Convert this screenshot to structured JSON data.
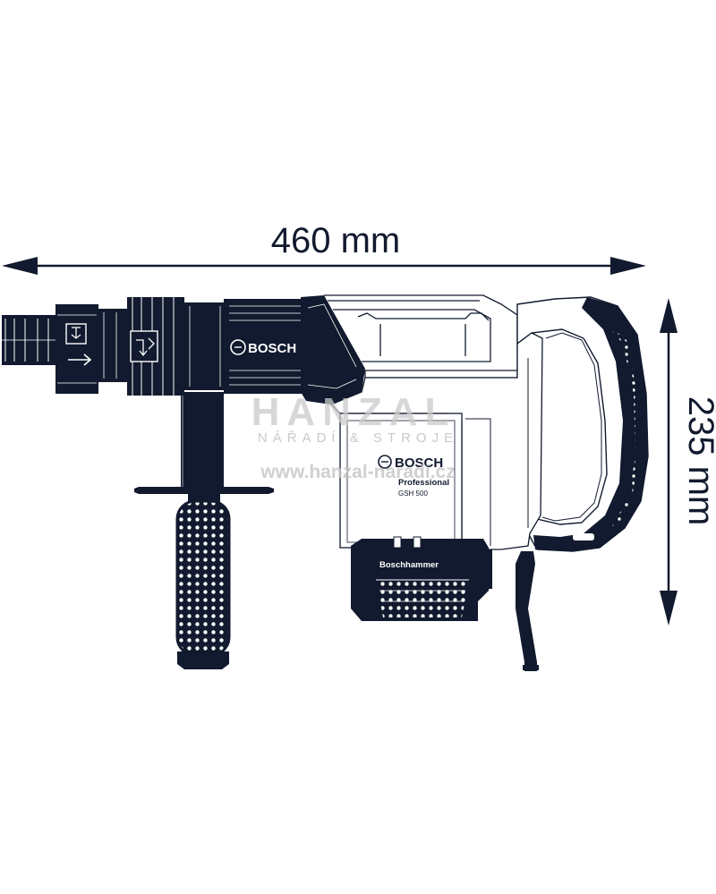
{
  "dimensions": {
    "width_label": "460 mm",
    "height_label": "235 mm"
  },
  "tool": {
    "brand": "BOSCH",
    "series": "Professional",
    "model": "GSH 500",
    "grip_label": "Boschhammer"
  },
  "watermark": {
    "name": "HANZAL",
    "tagline": "NÁŘADÍ & STROJE",
    "url": "www.hanzal-naradi.cz"
  },
  "colors": {
    "ink": "#111a2e",
    "watermark": "#c4c4c4"
  }
}
